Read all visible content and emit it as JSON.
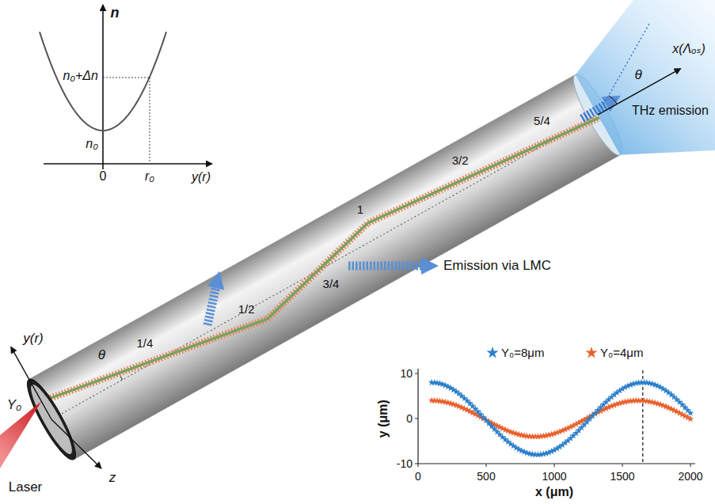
{
  "diagram": {
    "labels": [
      "n",
      "n₀+Δn",
      "n₀",
      "0",
      "r₀",
      "y(r)",
      "y(r)",
      "Y₀",
      "Laser",
      "z",
      "θ",
      "1/4",
      "1/2",
      "3/4",
      "1",
      "3/2",
      "5/4",
      "Emission via LMC",
      "θ",
      "x(Λₒₛ)",
      "THz emission",
      "10",
      "0",
      "-10",
      "y (μm)",
      "0",
      "500",
      "1000",
      "1500",
      "2000",
      "x (μm)"
    ],
    "legend": [
      {
        "text": "Y₀=8μm",
        "color": "#2b7fcb"
      },
      {
        "text": "Y₀=4μm",
        "color": "#e8612c"
      }
    ]
  }
}
